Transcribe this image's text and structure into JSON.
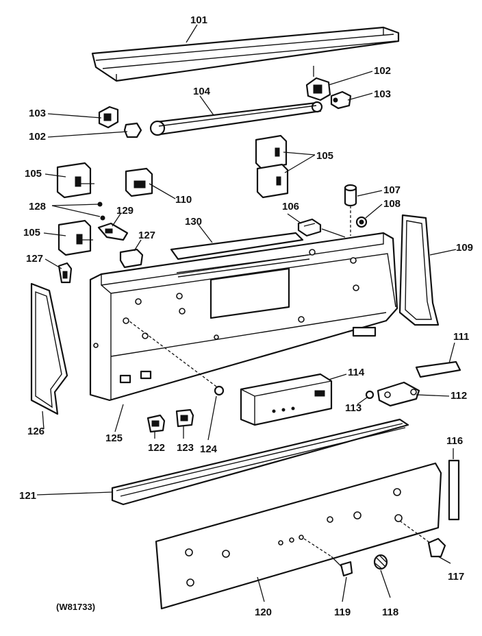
{
  "diagram": {
    "drawing_code": "(W81733)",
    "labels": {
      "p101": "101",
      "p102a": "102",
      "p102b": "102",
      "p103a": "103",
      "p103b": "103",
      "p104": "104",
      "p105a": "105",
      "p105b": "105",
      "p105c": "105",
      "p106": "106",
      "p107": "107",
      "p108": "108",
      "p109": "109",
      "p110": "110",
      "p111": "111",
      "p112": "112",
      "p113": "113",
      "p114": "114",
      "p116": "116",
      "p117": "117",
      "p118": "118",
      "p119": "119",
      "p120": "120",
      "p121": "121",
      "p122": "122",
      "p123": "123",
      "p124": "124",
      "p125": "125",
      "p126": "126",
      "p127a": "127",
      "p127b": "127",
      "p128": "128",
      "p129": "129",
      "p130": "130"
    }
  }
}
